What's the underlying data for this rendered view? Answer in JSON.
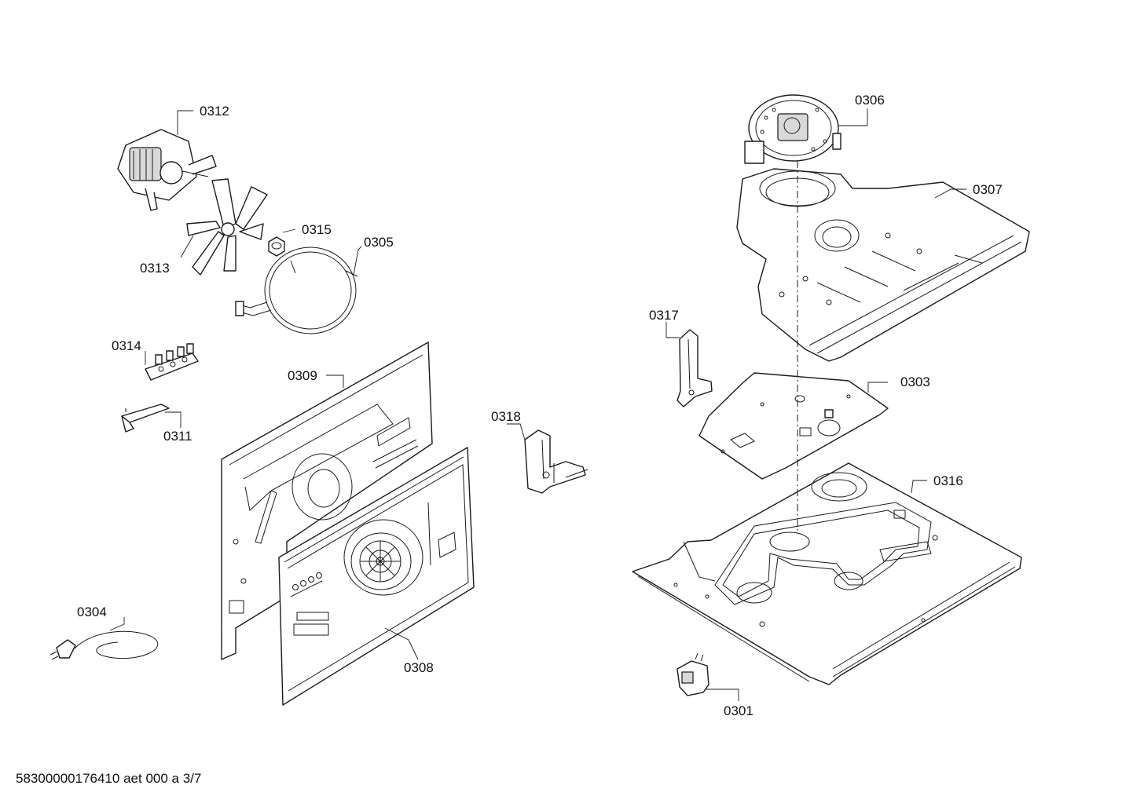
{
  "labels": {
    "p0312": "0312",
    "p0313": "0313",
    "p0315": "0315",
    "p0305": "0305",
    "p0314": "0314",
    "p0311": "0311",
    "p0309": "0309",
    "p0318": "0318",
    "p0304": "0304",
    "p0308": "0308",
    "p0306": "0306",
    "p0307": "0307",
    "p0317": "0317",
    "p0303": "0303",
    "p0316": "0316",
    "p0301": "0301"
  },
  "footer": {
    "doc_id": "58300000176410 aet 000 a 3/7"
  }
}
